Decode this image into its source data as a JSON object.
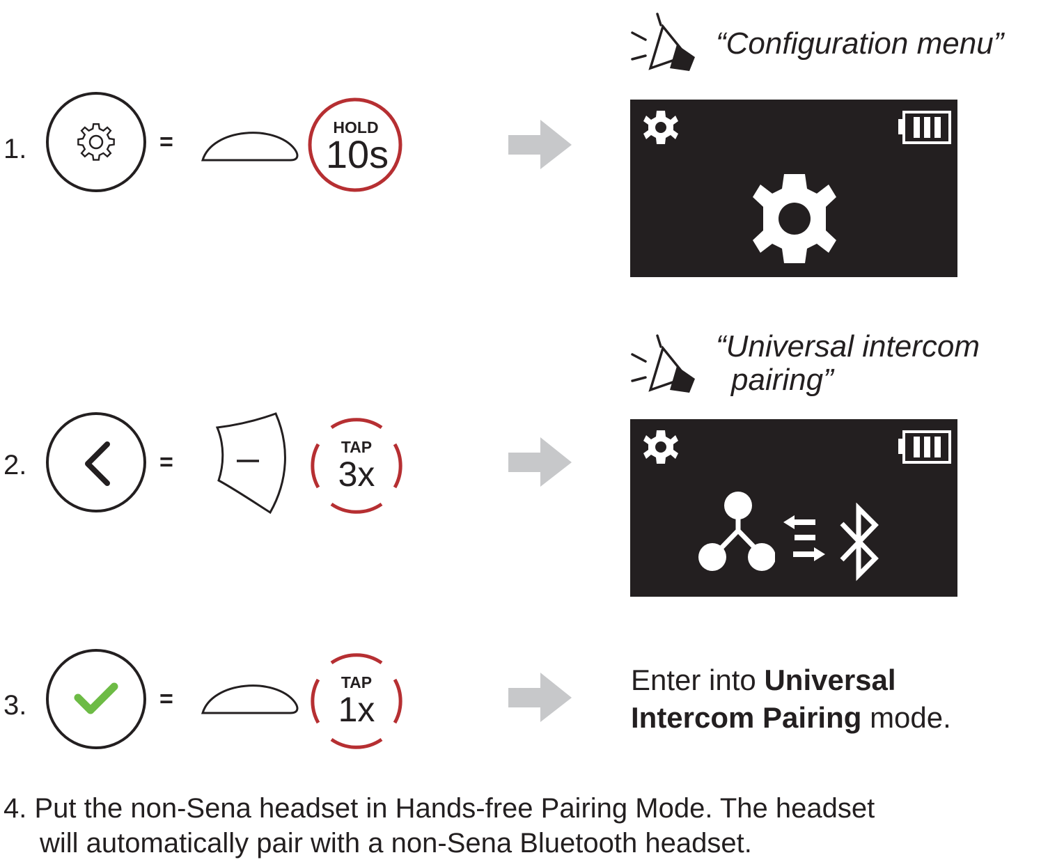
{
  "colors": {
    "screen_bg": "#231f20",
    "ring_red": "#b62f32",
    "arrow_gray": "#c7c8ca",
    "check_green": "#6dbb45",
    "ink": "#231f20"
  },
  "voice_prompts": [
    {
      "text": "“Configuration menu”"
    },
    {
      "line1": "“Universal intercom",
      "line2": "pairing”"
    }
  ],
  "steps": [
    {
      "number": "1.",
      "button_icon": "gear-icon",
      "equals": "=",
      "action_icon": "jog-dial-button-icon",
      "badge_top": "HOLD",
      "badge_main": "10s",
      "screen_icons": [
        "gear-icon",
        "battery-icon",
        "large-gear-icon"
      ]
    },
    {
      "number": "2.",
      "button_icon": "chevron-left-icon",
      "equals": "=",
      "action_icon": "minus-button-icon",
      "badge_top": "TAP",
      "badge_main": "3x",
      "screen_icons": [
        "gear-icon",
        "battery-icon",
        "mesh-network-icon",
        "exchange-arrows-icon",
        "bluetooth-icon"
      ]
    },
    {
      "number": "3.",
      "button_icon": "checkmark-icon",
      "equals": "=",
      "action_icon": "jog-dial-button-icon",
      "badge_top": "TAP",
      "badge_main": "1x",
      "result": {
        "prefix": "Enter into ",
        "bold1": "Universal",
        "bold2": "Intercom Pairing",
        "suffix": " mode."
      }
    }
  ],
  "step4": {
    "number": "4.",
    "line1": "Put the non-Sena headset in Hands-free Pairing Mode. The headset",
    "line2": "will automatically pair with a non-Sena Bluetooth headset."
  }
}
